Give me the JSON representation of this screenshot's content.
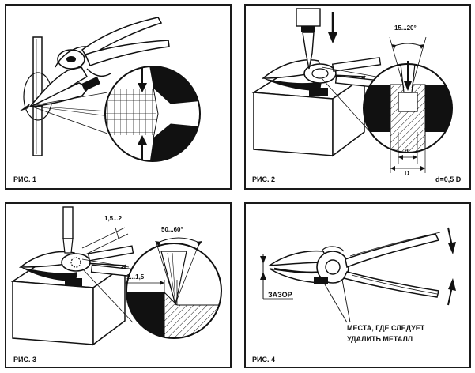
{
  "panels": [
    {
      "caption": "РИС. 1"
    },
    {
      "caption": "РИС. 2",
      "angle": "15...20°",
      "d": "d",
      "D": "D",
      "ratio": "d=0,5 D"
    },
    {
      "caption": "РИС. 3",
      "dim_a": "1,5...2",
      "angle": "50...60°",
      "dim_b": "1...1,5"
    },
    {
      "caption": "РИС. 4",
      "gap": "ЗАЗОР",
      "note_line1": "МЕСТА, ГДЕ СЛЕДУЕТ",
      "note_line2": "УДАЛИТЬ МЕТАЛЛ"
    }
  ]
}
